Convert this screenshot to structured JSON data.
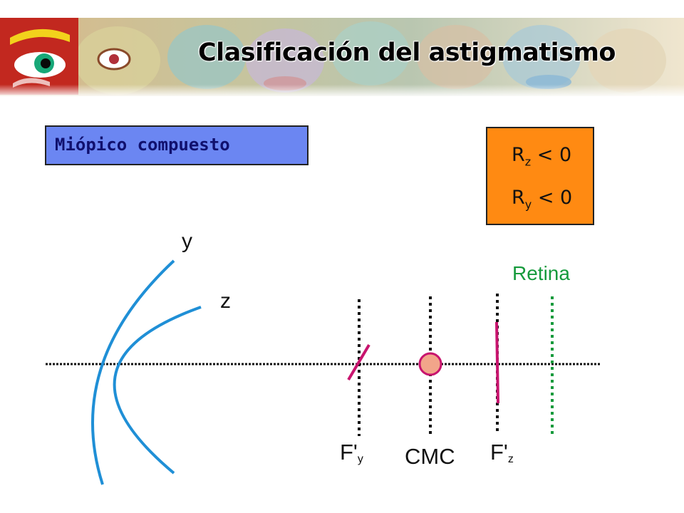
{
  "title": "Clasificación del astigmatismo",
  "type_label": "Miópico compuesto",
  "conditions": [
    {
      "base": "R",
      "sub": "z",
      "rel": " < 0"
    },
    {
      "base": "R",
      "sub": "y",
      "rel": " < 0"
    }
  ],
  "labels": {
    "y_meridian": "y",
    "z_meridian": "z",
    "retina": "Retina",
    "cmc": "CMC",
    "fy_base": "F'",
    "fy_sub": "y",
    "fz_base": "F'",
    "fz_sub": "z"
  },
  "colors": {
    "type_box": "#6b86f2",
    "conditions_box": "#ff8a12",
    "meridian_arcs": "#1f8fd6",
    "focal_lines": "#c8146e",
    "retina": "#159a3c",
    "cmc_circle": "#f2a58a"
  }
}
